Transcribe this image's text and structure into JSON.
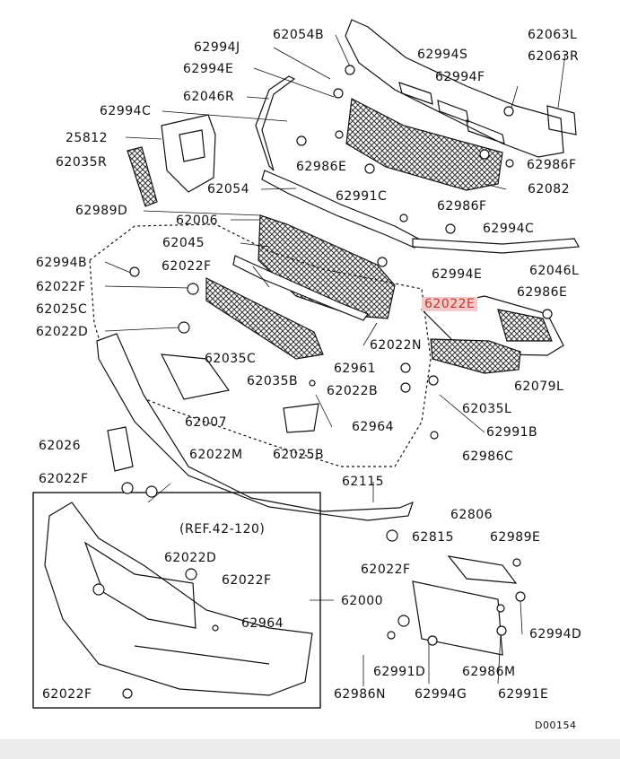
{
  "highlight_color": "#c0392b",
  "document_id": "D00154",
  "reference_note": "(REF.42-120)",
  "labels": {
    "p62054B": "62054B",
    "p62063L": "62063L",
    "p62063R": "62063R",
    "p62994J": "62994J",
    "p62994E_a": "62994E",
    "p62994S": "62994S",
    "p62994F": "62994F",
    "p62046R": "62046R",
    "p62994C_a": "62994C",
    "p25812": "25812",
    "p62035R": "62035R",
    "p62986E_a": "62986E",
    "p62986F_a": "62986F",
    "p62054": "62054",
    "p62991C": "62991C",
    "p62082": "62082",
    "p62986F_b": "62986F",
    "p62989D": "62989D",
    "p62006": "62006",
    "p62994C_b": "62994C",
    "p62045": "62045",
    "p62994B": "62994B",
    "p62994E_b": "62994E",
    "p62046L": "62046L",
    "p62022F_a": "62022F",
    "p62022F_b": "62022F",
    "p62986E_b": "62986E",
    "p62022E": "62022E",
    "p62025C": "62025C",
    "p62022D_a": "62022D",
    "p62022N": "62022N",
    "p62961": "62961",
    "p62035C": "62035C",
    "p62079L": "62079L",
    "p62035B": "62035B",
    "p62022B": "62022B",
    "p62035L": "62035L",
    "p62964_a": "62964",
    "p62007": "62007",
    "p62991B": "62991B",
    "p62026": "62026",
    "p62022M": "62022M",
    "p62025B": "62025B",
    "p62986C": "62986C",
    "p62022F_c": "62022F",
    "p62115": "62115",
    "p62806": "62806",
    "p62815": "62815",
    "p62989E": "62989E",
    "p62022D_b": "62022D",
    "p62022F_d": "62022F",
    "p62022F_e": "62022F",
    "p62000": "62000",
    "p62994D": "62994D",
    "p62964_b": "62964",
    "p62991D": "62991D",
    "p62986M": "62986M",
    "p62022F_f": "62022F",
    "p62986N": "62986N",
    "p62994G": "62994G",
    "p62991E": "62991E"
  }
}
